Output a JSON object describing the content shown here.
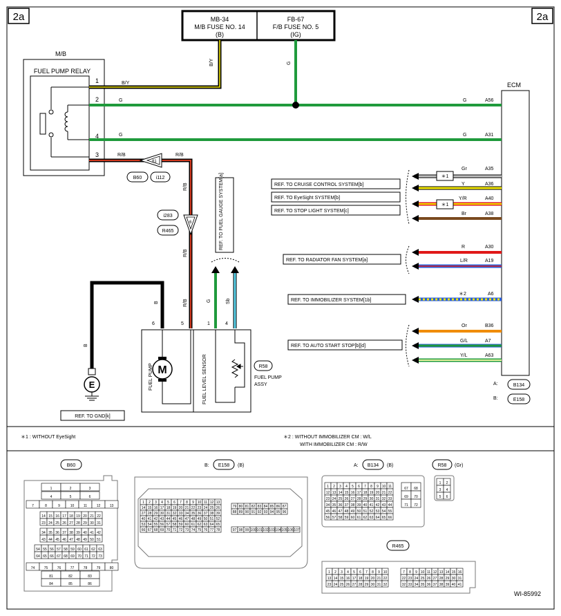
{
  "page_tags": {
    "left": "2a",
    "right": "2a"
  },
  "fuses": [
    {
      "code": "MB-34",
      "name": "M/B FUSE NO. 14",
      "sub": "(B)"
    },
    {
      "code": "FB-67",
      "name": "F/B FUSE NO. 5",
      "sub": "(IG)"
    }
  ],
  "mb": {
    "title": "M/B",
    "relay": "FUEL PUMP RELAY",
    "pins": [
      "1",
      "2",
      "4",
      "3"
    ]
  },
  "ecm": {
    "title": "ECM"
  },
  "wires": {
    "by": "B/Y",
    "g": "G",
    "rb": "R/B",
    "b": "B",
    "sb": "Sb",
    "g_a56": "G",
    "g_a31": "G",
    "gr": "Gr",
    "y": "Y",
    "yr": "Y/R",
    "br": "Br",
    "r": "R",
    "lr": "L/R",
    "or": "Or",
    "gl": "G/L",
    "yl": "Y/L"
  },
  "ecm_pins": {
    "a56": "A56",
    "a31": "A31",
    "a35": "A35",
    "a36": "A36",
    "a40": "A40",
    "a38": "A38",
    "a30": "A30",
    "a19": "A19",
    "a6": "A6",
    "b36": "B36",
    "a7": "A7",
    "a63": "A63"
  },
  "star1": "＊1",
  "star2": "＊2",
  "refs": {
    "cruise": "REF. TO CRUISE CONTROL SYSTEM[b]",
    "eyesight": "REF. TO EyeSight SYSTEM[b]",
    "stoplight": "REF. TO STOP LIGHT SYSTEM[c]",
    "radiator": "REF. TO RADIATOR FAN SYSTEM[a]",
    "immobilizer": "REF. TO IMMOBILIZER SYSTEM[1b]",
    "autostart": "REF. TO AUTO START STOP[b][d]",
    "fuel_gauge": "REF. TO FUEL GAUGE SYSTEM[a]",
    "gnd": "REF. TO GND[k]"
  },
  "connectors": {
    "b60": "B60",
    "i112": "i112",
    "i283": "i283",
    "r465": "R465",
    "r58": "R58",
    "b134": "B134",
    "e158": "E158",
    "pin81": "81",
    "pin6": "6"
  },
  "ecm_conn": {
    "a_prefix": "A:",
    "b_prefix": "B:"
  },
  "fpa": {
    "pump": "FUEL PUMP",
    "sensor": "FUEL LEVEL SENSOR",
    "motor": "M",
    "assy_line1": "FUEL PUMP",
    "assy_line2": "ASSY",
    "pins": [
      "6",
      "5",
      "1",
      "4"
    ]
  },
  "ground": {
    "symbol": "E"
  },
  "notes": {
    "n1": "＊1  : WITHOUT EyeSight",
    "n2a": "＊2  : WITHOUT IMMOBILIZER CM  : W/L",
    "n2b": "WITH IMMOBILIZER CM  : R/W"
  },
  "bottom": {
    "b60": {
      "name": "B60"
    },
    "e158": {
      "prefix": "B:",
      "name": "E158",
      "suffix": "(B)"
    },
    "b134": {
      "prefix": "A:",
      "name": "B134",
      "suffix": "(B)"
    },
    "r58": {
      "name": "R58",
      "suffix": "(Gr)"
    },
    "r465": {
      "name": "R465"
    }
  },
  "diagram_id": "WI-85992",
  "colors": {
    "G": "#1f9a3c",
    "B": "#000000",
    "Y": "#f2e600",
    "R": "#e01818",
    "L": "#2a5fd8",
    "Br": "#7a4a1e",
    "Gr": "#c0c0c0",
    "Or": "#f08c00",
    "Sb": "#5ad2ea",
    "W": "#ffffff",
    "RB": "#a8341a"
  }
}
